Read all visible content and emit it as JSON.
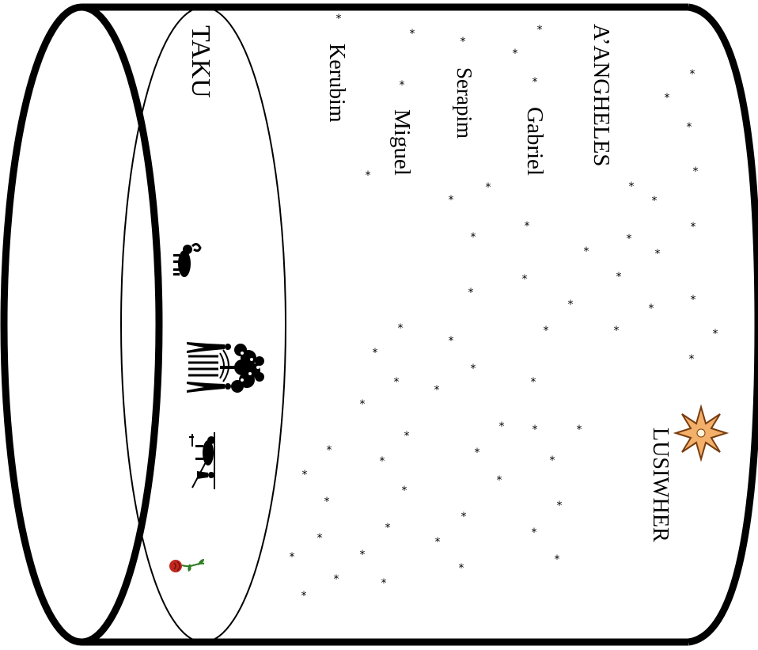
{
  "labels": {
    "taku": "TAKU",
    "angheles": "A’ANGHELES",
    "gabriel": "Gabriel",
    "serapim": "Serapim",
    "miguel": "Miguel",
    "kerubim": "Kerubim",
    "lusiwher": "LUSIWHER"
  },
  "star_glyph": "*",
  "colors": {
    "outline": "#000000",
    "star_fill": "#f2b06a",
    "star_stroke": "#7a3d10",
    "rose_red": "#c0281e",
    "leaf_green": "#2e7d22"
  },
  "icons": [
    "ram-icon",
    "adam-eve-tree-icon",
    "plow-oxen-icon",
    "rose-icon",
    "lusiwher-star-icon"
  ]
}
